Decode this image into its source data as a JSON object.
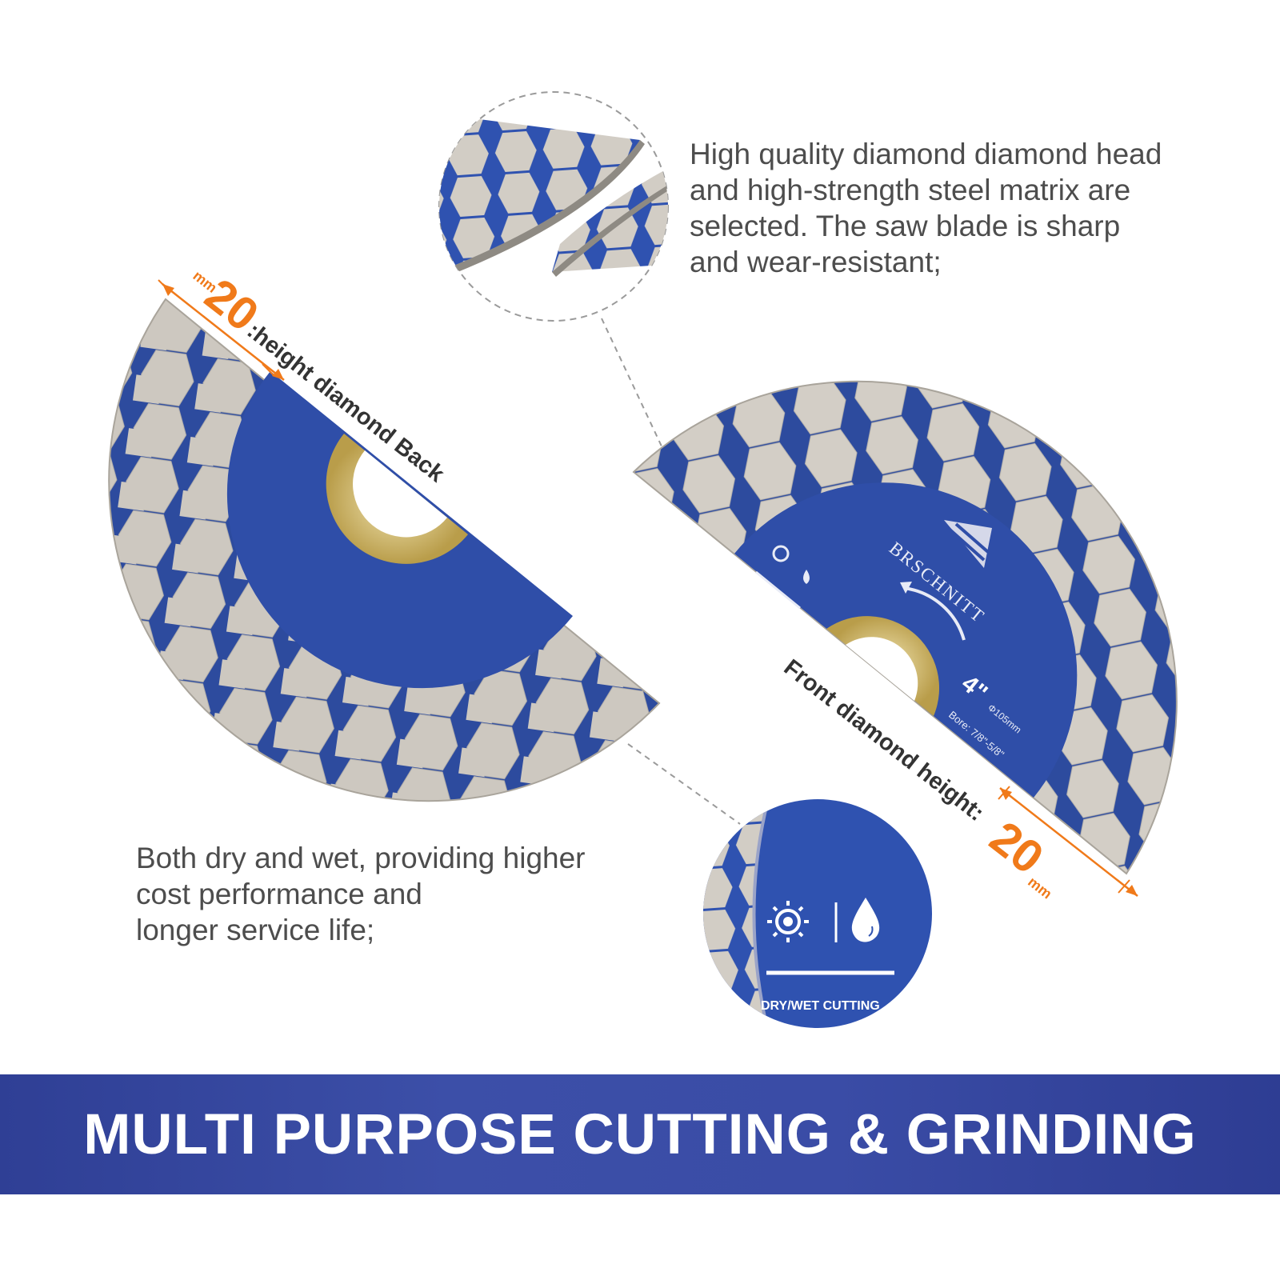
{
  "top_feature": {
    "lines": [
      "High quality diamond diamond head",
      "and high-strength steel matrix are",
      "selected. The  saw blade is sharp",
      "and wear-resistant;"
    ]
  },
  "bottom_feature": {
    "lines": [
      "Both dry and wet, providing higher",
      "cost performance and",
      "longer service life;"
    ]
  },
  "back_dimension": {
    "unit": "mm",
    "value": "20",
    "label": ":height diamond Back"
  },
  "front_dimension": {
    "label": "Front diamond height:",
    "value": "20",
    "unit": "mm"
  },
  "blade_print": {
    "brand": "BRSCHNITT",
    "size": "4\"",
    "diameter": "Φ105mm",
    "bore": "Bore: 7/8\"-5/8\""
  },
  "dry_wet_label": "DRY/WET CUTTING",
  "banner": {
    "title": "MULTI PURPOSE CUTTING & GRINDING"
  },
  "colors": {
    "blade_blue": "#2f4ea8",
    "segment_silver": "#cfcac2",
    "accent_orange": "#f07a1a",
    "banner_blue": "#3a4ca6",
    "text_gray": "#4d4d4d"
  }
}
